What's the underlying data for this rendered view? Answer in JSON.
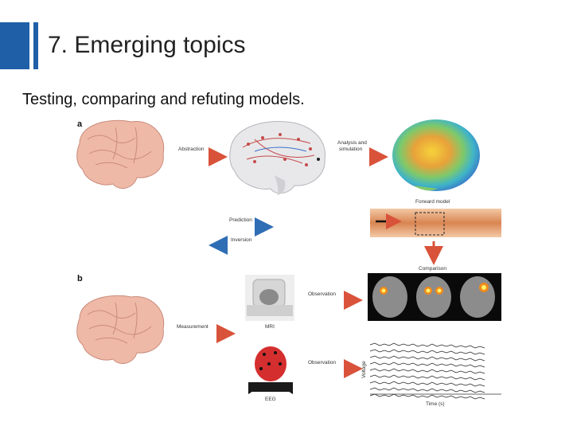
{
  "slide": {
    "title": "7. Emerging topics",
    "subtitle": "Testing, comparing and refuting models."
  },
  "figure": {
    "panel_a": "a",
    "panel_b": "b",
    "labels": {
      "abstraction": "Abstraction",
      "analysis": "Analysis and",
      "simulation": "simulation",
      "forward_model": "Forward model",
      "prediction": "Prediction",
      "inversion": "Inversion",
      "comparison": "Comparison",
      "observation_mri": "Observation",
      "observation_eeg": "Observation",
      "measurement": "Measurement",
      "mri": "MRI",
      "eeg": "EEG",
      "voltage": "Voltage",
      "time": "Time (s)"
    }
  },
  "colors": {
    "accent": "#1f5fa8",
    "arrow_red": "#d9533a",
    "arrow_blue": "#2f6db5",
    "brain": "#efb9a8"
  }
}
